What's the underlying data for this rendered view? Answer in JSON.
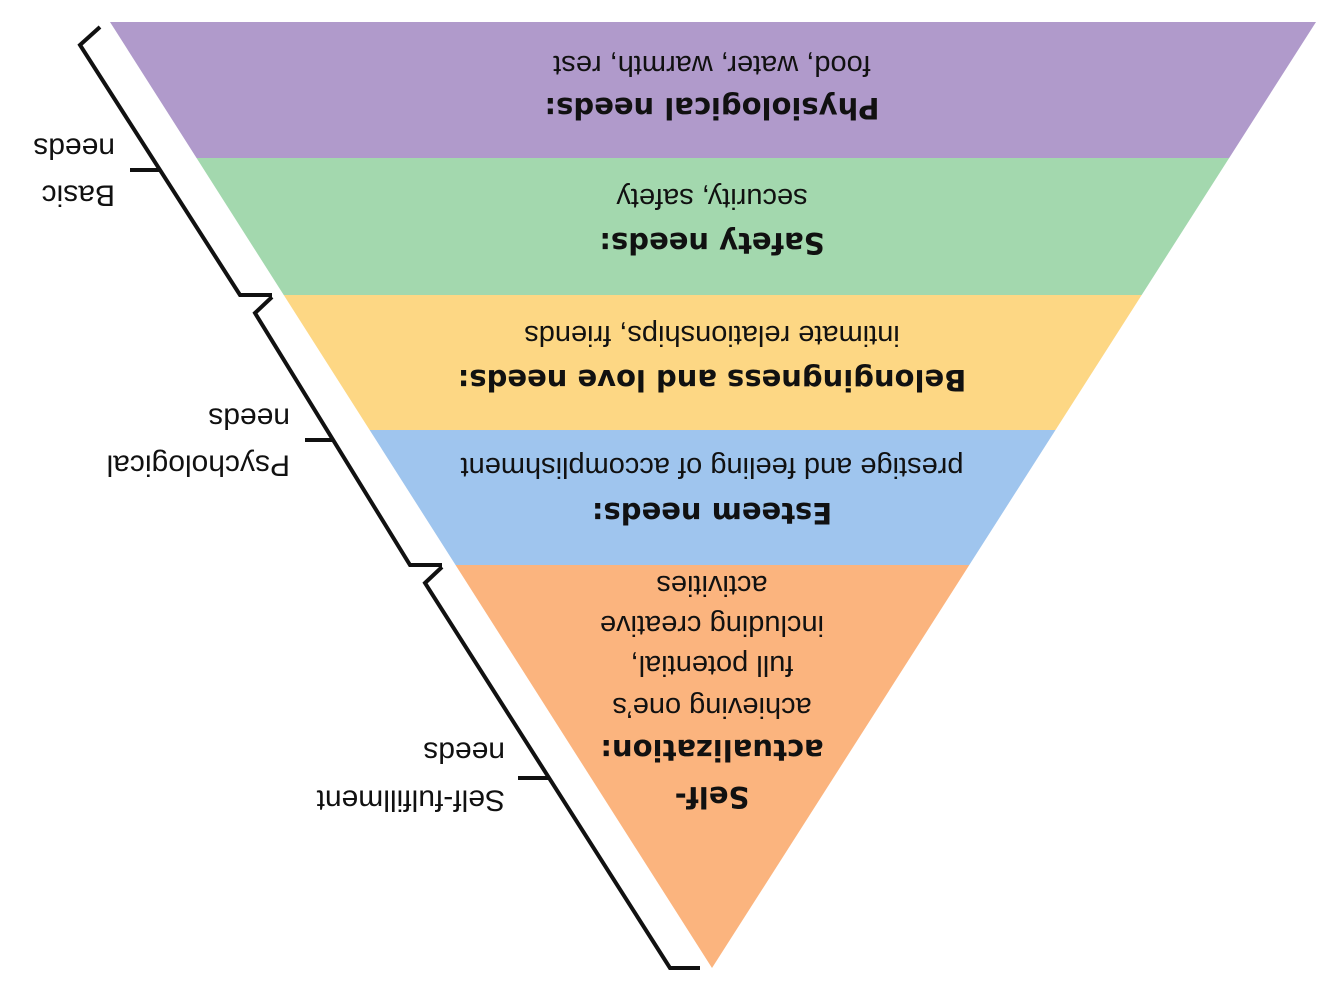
{
  "diagram": {
    "orientation": "rotated 180 degrees",
    "levels": [
      {
        "title": "Physiological needs:",
        "lines": [
          "food, water, warmth, rest"
        ],
        "color": "#b09acb"
      },
      {
        "title": "Safety needs:",
        "lines": [
          "security, safety"
        ],
        "color": "#a3d8ae"
      },
      {
        "title": "Belongingness and love needs:",
        "lines": [
          "intimate relationships, friends"
        ],
        "color": "#fdd784"
      },
      {
        "title": "Esteem needs:",
        "lines": [
          "prestige and feeling of accomplishment"
        ],
        "color": "#9fc5ee"
      },
      {
        "title_lines": [
          "Self-",
          "actualization:"
        ],
        "lines": [
          "achieving one’s",
          "full potential,",
          "including creative",
          "activities"
        ],
        "color": "#fbb47e"
      }
    ],
    "groups": [
      {
        "label_lines": [
          "Basic",
          "needs"
        ]
      },
      {
        "label_lines": [
          "Psychological",
          "needs"
        ]
      },
      {
        "label_lines": [
          "Self-fulfillment",
          "needs"
        ]
      }
    ]
  }
}
